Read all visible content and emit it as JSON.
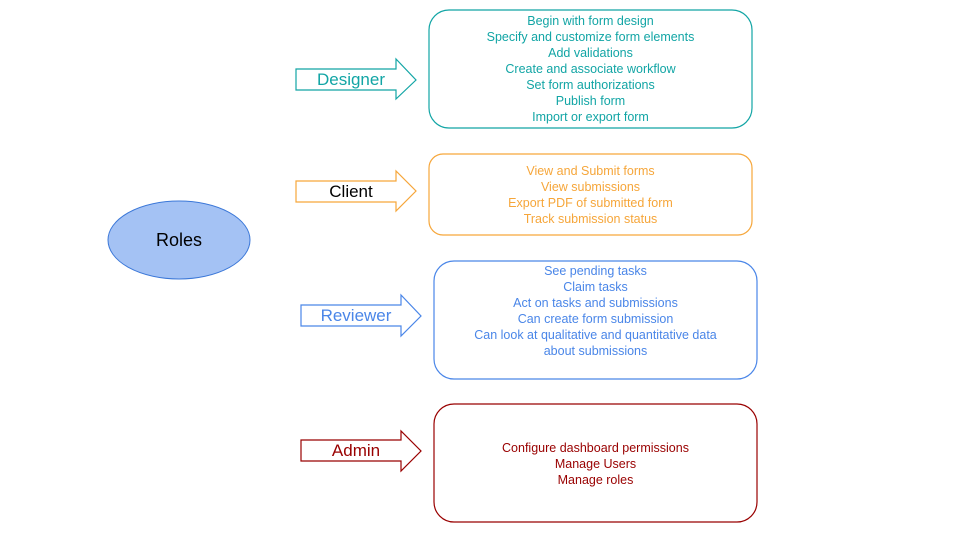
{
  "center": {
    "label": "Roles",
    "fill": "#a4c2f4",
    "stroke": "#3c78d8"
  },
  "roles": [
    {
      "name": "Designer",
      "color": "#12a5a5",
      "items": [
        "Begin with form design",
        "Specify and customize form elements",
        "Add validations",
        "Create and associate workflow",
        "Set form authorizations",
        "Publish form",
        "Import or export form"
      ]
    },
    {
      "name": "Client",
      "color": "#f6a63a",
      "label_color": "#000000",
      "items": [
        "View and Submit forms",
        "View submissions",
        "Export PDF of submitted form",
        "Track submission status"
      ]
    },
    {
      "name": "Reviewer",
      "color": "#4a86e8",
      "items": [
        "See pending tasks",
        "Claim tasks",
        "Act on tasks and submissions",
        "Can create form submission",
        "Can look at qualitative and quantitative data",
        "about submissions"
      ]
    },
    {
      "name": "Admin",
      "color": "#990000",
      "items": [
        "Configure dashboard permissions",
        "Manage Users",
        "Manage roles"
      ]
    }
  ]
}
